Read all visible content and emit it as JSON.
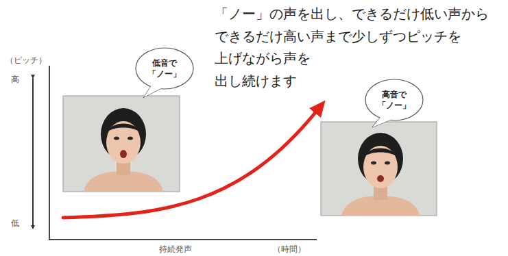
{
  "diagram": {
    "nodes": [
      {
        "text": [
          "低音で 「ノー」"
        ]
      },
      {
        "text": [
          "高音で 「ノー」"
        ]
      }
    ],
    "labels": [
      "「ノー」の声を出し、できるだけ低い声から できるだけ高い声まで少しずつピッチを 上げながら声を 出し続けます",
      "（ピッチ）",
      "高",
      "低",
      "持続発声",
      "（時間）"
    ]
  }
}
